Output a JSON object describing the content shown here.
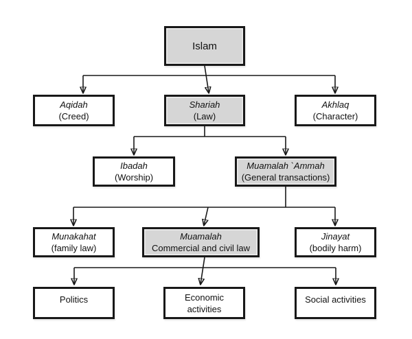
{
  "colors": {
    "highlight_fill": "#d6d6d6",
    "default_fill": "#ffffff",
    "border": "#181818",
    "line": "#181818",
    "background": "#ffffff"
  },
  "nodes": {
    "islam": {
      "line1": "Islam"
    },
    "aqidah": {
      "line1": "Aqidah",
      "line2": "(Creed)"
    },
    "shariah": {
      "line1": "Shariah",
      "line2": "(Law)"
    },
    "akhlaq": {
      "line1": "Akhlaq",
      "line2": "(Character)"
    },
    "ibadah": {
      "line1": "Ibadah",
      "line2": "(Worship)"
    },
    "muamalah_ammah": {
      "line1": "Muamalah `Ammah",
      "line2": "(General transactions)"
    },
    "munakahat": {
      "line1": "Munakahat",
      "line2": "(family law)"
    },
    "muamalah": {
      "line1": "Muamalah",
      "line2": "Commercial and civil law"
    },
    "jinayat": {
      "line1": "Jinayat",
      "line2": "(bodily harm)"
    },
    "politics": {
      "line1": "Politics"
    },
    "economic": {
      "line1": "Economic",
      "line2": "activities"
    },
    "social": {
      "line1": "Social activities"
    }
  },
  "edges": [
    {
      "from": "islam",
      "to": "aqidah"
    },
    {
      "from": "islam",
      "to": "shariah"
    },
    {
      "from": "islam",
      "to": "akhlaq"
    },
    {
      "from": "shariah",
      "to": "ibadah"
    },
    {
      "from": "shariah",
      "to": "muamalah_ammah"
    },
    {
      "from": "muamalah_ammah",
      "to": "munakahat"
    },
    {
      "from": "muamalah_ammah",
      "to": "muamalah"
    },
    {
      "from": "muamalah_ammah",
      "to": "jinayat"
    },
    {
      "from": "muamalah",
      "to": "politics"
    },
    {
      "from": "muamalah",
      "to": "economic"
    },
    {
      "from": "muamalah",
      "to": "social"
    }
  ]
}
